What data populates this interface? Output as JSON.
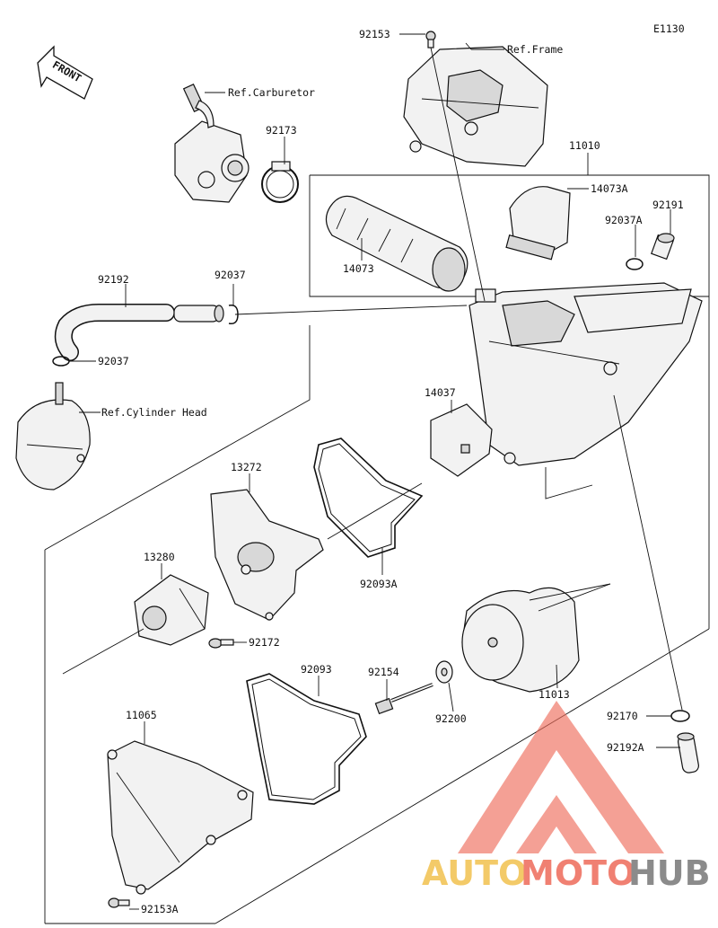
{
  "diagram": {
    "code": "E1130",
    "front_label": "FRONT",
    "labels": {
      "p92153": "92153",
      "ref_frame": "Ref.Frame",
      "ref_carburetor": "Ref.Carburetor",
      "p92173": "92173",
      "p11010": "11010",
      "p14073A": "14073A",
      "p92191": "92191",
      "p92037A": "92037A",
      "p92192": "92192",
      "p92037_a": "92037",
      "p14073": "14073",
      "p92037_b": "92037",
      "ref_cylinder_head": "Ref.Cylinder Head",
      "p14037": "14037",
      "p13272": "13272",
      "p13280": "13280",
      "p92093A": "92093A",
      "p92172": "92172",
      "p92093": "92093",
      "p92154": "92154",
      "p11065": "11065",
      "p92200": "92200",
      "p11013": "11013",
      "p92170": "92170",
      "p92192A": "92192A",
      "p92153A": "92153A"
    }
  },
  "watermark": {
    "word_a": "AUTO",
    "word_b": "MOTO",
    "word_c": "HUB",
    "color_a": "#f2c14e",
    "color_b": "#ee6b5a",
    "color_c": "#777777"
  }
}
